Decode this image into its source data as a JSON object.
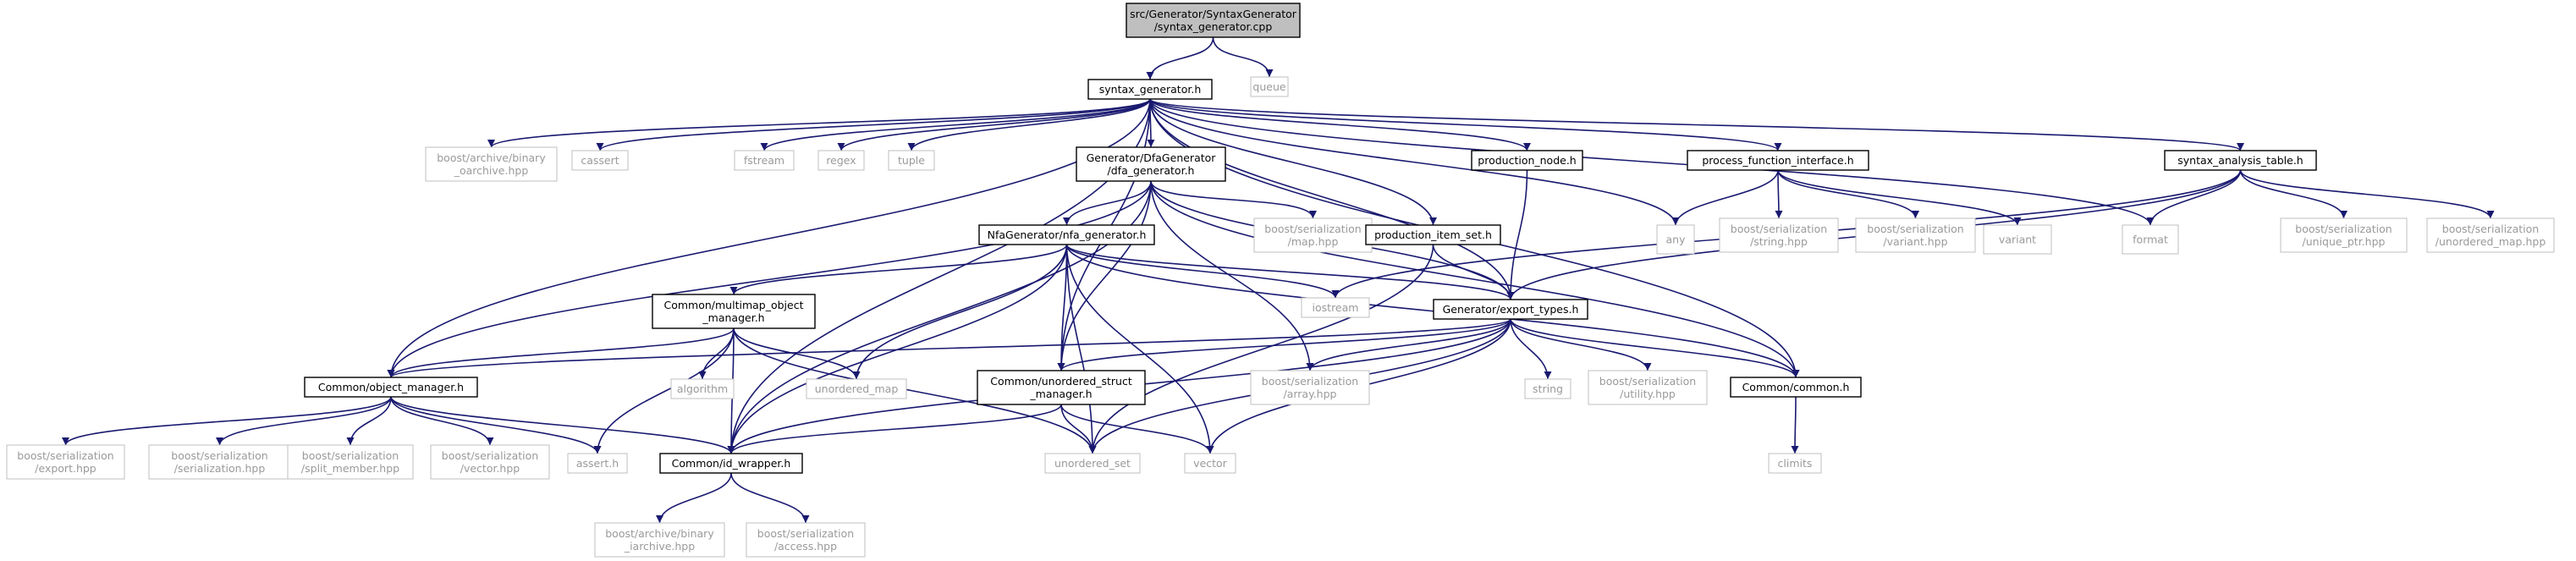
{
  "colors": {
    "edge": "#191970",
    "internal_border": "#000000",
    "external_border": "#bfbfbf",
    "root_fill": "#bfbfbf",
    "external_text": "#9a9a9a"
  },
  "nodes": {
    "root": {
      "lines": [
        "src/Generator/SyntaxGenerator",
        "/syntax_generator.cpp"
      ],
      "kind": "root"
    },
    "syntax_generator_h": {
      "lines": [
        "syntax_generator.h"
      ],
      "kind": "internal"
    },
    "queue": {
      "lines": [
        "queue"
      ],
      "kind": "external"
    },
    "binary_oarchive": {
      "lines": [
        "boost/archive/binary",
        "_oarchive.hpp"
      ],
      "kind": "external"
    },
    "cassert": {
      "lines": [
        "cassert"
      ],
      "kind": "external"
    },
    "fstream": {
      "lines": [
        "fstream"
      ],
      "kind": "external"
    },
    "regex": {
      "lines": [
        "regex"
      ],
      "kind": "external"
    },
    "tuple": {
      "lines": [
        "tuple"
      ],
      "kind": "external"
    },
    "dfa_generator": {
      "lines": [
        "Generator/DfaGenerator",
        "/dfa_generator.h"
      ],
      "kind": "internal"
    },
    "production_node": {
      "lines": [
        "production_node.h"
      ],
      "kind": "internal"
    },
    "process_function_interface": {
      "lines": [
        "process_function_interface.h"
      ],
      "kind": "internal"
    },
    "syntax_analysis_table": {
      "lines": [
        "syntax_analysis_table.h"
      ],
      "kind": "internal"
    },
    "ser_map": {
      "lines": [
        "boost/serialization",
        "/map.hpp"
      ],
      "kind": "external"
    },
    "production_item_set": {
      "lines": [
        "production_item_set.h"
      ],
      "kind": "internal"
    },
    "any": {
      "lines": [
        "any"
      ],
      "kind": "external"
    },
    "ser_string": {
      "lines": [
        "boost/serialization",
        "/string.hpp"
      ],
      "kind": "external"
    },
    "ser_variant": {
      "lines": [
        "boost/serialization",
        "/variant.hpp"
      ],
      "kind": "external"
    },
    "variant": {
      "lines": [
        "variant"
      ],
      "kind": "external"
    },
    "format": {
      "lines": [
        "format"
      ],
      "kind": "external"
    },
    "ser_unique_ptr": {
      "lines": [
        "boost/serialization",
        "/unique_ptr.hpp"
      ],
      "kind": "external"
    },
    "ser_unordered_map": {
      "lines": [
        "boost/serialization",
        "/unordered_map.hpp"
      ],
      "kind": "external"
    },
    "nfa_generator": {
      "lines": [
        "NfaGenerator/nfa_generator.h"
      ],
      "kind": "internal"
    },
    "iostream": {
      "lines": [
        "iostream"
      ],
      "kind": "external"
    },
    "export_types": {
      "lines": [
        "Generator/export_types.h"
      ],
      "kind": "internal"
    },
    "multimap_object_manager": {
      "lines": [
        "Common/multimap_object",
        "_manager.h"
      ],
      "kind": "internal"
    },
    "object_manager": {
      "lines": [
        "Common/object_manager.h"
      ],
      "kind": "internal"
    },
    "algorithm": {
      "lines": [
        "algorithm"
      ],
      "kind": "external"
    },
    "unordered_map": {
      "lines": [
        "unordered_map"
      ],
      "kind": "external"
    },
    "unordered_struct_manager": {
      "lines": [
        "Common/unordered_struct",
        "_manager.h"
      ],
      "kind": "internal"
    },
    "ser_array": {
      "lines": [
        "boost/serialization",
        "/array.hpp"
      ],
      "kind": "external"
    },
    "string": {
      "lines": [
        "string"
      ],
      "kind": "external"
    },
    "ser_utility": {
      "lines": [
        "boost/serialization",
        "/utility.hpp"
      ],
      "kind": "external"
    },
    "common_h": {
      "lines": [
        "Common/common.h"
      ],
      "kind": "internal"
    },
    "ser_export": {
      "lines": [
        "boost/serialization",
        "/export.hpp"
      ],
      "kind": "external"
    },
    "ser_serialization": {
      "lines": [
        "boost/serialization",
        "/serialization.hpp"
      ],
      "kind": "external"
    },
    "ser_split_member": {
      "lines": [
        "boost/serialization",
        "/split_member.hpp"
      ],
      "kind": "external"
    },
    "ser_vector": {
      "lines": [
        "boost/serialization",
        "/vector.hpp"
      ],
      "kind": "external"
    },
    "assert_h": {
      "lines": [
        "assert.h"
      ],
      "kind": "external"
    },
    "id_wrapper": {
      "lines": [
        "Common/id_wrapper.h"
      ],
      "kind": "internal"
    },
    "unordered_set": {
      "lines": [
        "unordered_set"
      ],
      "kind": "external"
    },
    "vector": {
      "lines": [
        "vector"
      ],
      "kind": "external"
    },
    "climits": {
      "lines": [
        "climits"
      ],
      "kind": "external"
    },
    "binary_iarchive": {
      "lines": [
        "boost/archive/binary",
        "_iarchive.hpp"
      ],
      "kind": "external"
    },
    "ser_access": {
      "lines": [
        "boost/serialization",
        "/access.hpp"
      ],
      "kind": "external"
    }
  },
  "edges": [
    [
      "root",
      "syntax_generator_h"
    ],
    [
      "root",
      "queue"
    ],
    [
      "syntax_generator_h",
      "binary_oarchive"
    ],
    [
      "syntax_generator_h",
      "cassert"
    ],
    [
      "syntax_generator_h",
      "fstream"
    ],
    [
      "syntax_generator_h",
      "regex"
    ],
    [
      "syntax_generator_h",
      "tuple"
    ],
    [
      "syntax_generator_h",
      "dfa_generator"
    ],
    [
      "syntax_generator_h",
      "production_node"
    ],
    [
      "syntax_generator_h",
      "process_function_interface"
    ],
    [
      "syntax_generator_h",
      "syntax_analysis_table"
    ],
    [
      "syntax_generator_h",
      "production_item_set"
    ],
    [
      "syntax_generator_h",
      "any"
    ],
    [
      "syntax_generator_h",
      "format"
    ],
    [
      "syntax_generator_h",
      "object_manager"
    ],
    [
      "syntax_generator_h",
      "id_wrapper"
    ],
    [
      "syntax_generator_h",
      "unordered_struct_manager"
    ],
    [
      "syntax_generator_h",
      "export_types"
    ],
    [
      "syntax_generator_h",
      "common_h"
    ],
    [
      "dfa_generator",
      "nfa_generator"
    ],
    [
      "dfa_generator",
      "ser_map"
    ],
    [
      "dfa_generator",
      "object_manager"
    ],
    [
      "dfa_generator",
      "id_wrapper"
    ],
    [
      "dfa_generator",
      "unordered_struct_manager"
    ],
    [
      "dfa_generator",
      "ser_array"
    ],
    [
      "dfa_generator",
      "export_types"
    ],
    [
      "dfa_generator",
      "common_h"
    ],
    [
      "production_node",
      "export_types"
    ],
    [
      "process_function_interface",
      "any"
    ],
    [
      "process_function_interface",
      "ser_string"
    ],
    [
      "process_function_interface",
      "ser_variant"
    ],
    [
      "process_function_interface",
      "variant"
    ],
    [
      "syntax_analysis_table",
      "format"
    ],
    [
      "syntax_analysis_table",
      "ser_unique_ptr"
    ],
    [
      "syntax_analysis_table",
      "ser_unordered_map"
    ],
    [
      "syntax_analysis_table",
      "iostream"
    ],
    [
      "syntax_analysis_table",
      "export_types"
    ],
    [
      "production_item_set",
      "export_types"
    ],
    [
      "production_item_set",
      "unordered_set"
    ],
    [
      "nfa_generator",
      "multimap_object_manager"
    ],
    [
      "nfa_generator",
      "unordered_map"
    ],
    [
      "nfa_generator",
      "iostream"
    ],
    [
      "nfa_generator",
      "export_types"
    ],
    [
      "nfa_generator",
      "unordered_struct_manager"
    ],
    [
      "nfa_generator",
      "id_wrapper"
    ],
    [
      "nfa_generator",
      "unordered_set"
    ],
    [
      "nfa_generator",
      "vector"
    ],
    [
      "nfa_generator",
      "common_h"
    ],
    [
      "multimap_object_manager",
      "object_manager"
    ],
    [
      "multimap_object_manager",
      "algorithm"
    ],
    [
      "multimap_object_manager",
      "unordered_map"
    ],
    [
      "multimap_object_manager",
      "assert_h"
    ],
    [
      "multimap_object_manager",
      "id_wrapper"
    ],
    [
      "multimap_object_manager",
      "unordered_set"
    ],
    [
      "export_types",
      "object_manager"
    ],
    [
      "export_types",
      "unordered_struct_manager"
    ],
    [
      "export_types",
      "ser_array"
    ],
    [
      "export_types",
      "string"
    ],
    [
      "export_types",
      "ser_utility"
    ],
    [
      "export_types",
      "common_h"
    ],
    [
      "export_types",
      "id_wrapper"
    ],
    [
      "export_types",
      "unordered_set"
    ],
    [
      "export_types",
      "vector"
    ],
    [
      "object_manager",
      "ser_export"
    ],
    [
      "object_manager",
      "ser_serialization"
    ],
    [
      "object_manager",
      "ser_split_member"
    ],
    [
      "object_manager",
      "ser_vector"
    ],
    [
      "object_manager",
      "assert_h"
    ],
    [
      "object_manager",
      "id_wrapper"
    ],
    [
      "unordered_struct_manager",
      "id_wrapper"
    ],
    [
      "unordered_struct_manager",
      "unordered_set"
    ],
    [
      "unordered_struct_manager",
      "vector"
    ],
    [
      "common_h",
      "climits"
    ],
    [
      "id_wrapper",
      "binary_iarchive"
    ],
    [
      "id_wrapper",
      "ser_access"
    ]
  ]
}
